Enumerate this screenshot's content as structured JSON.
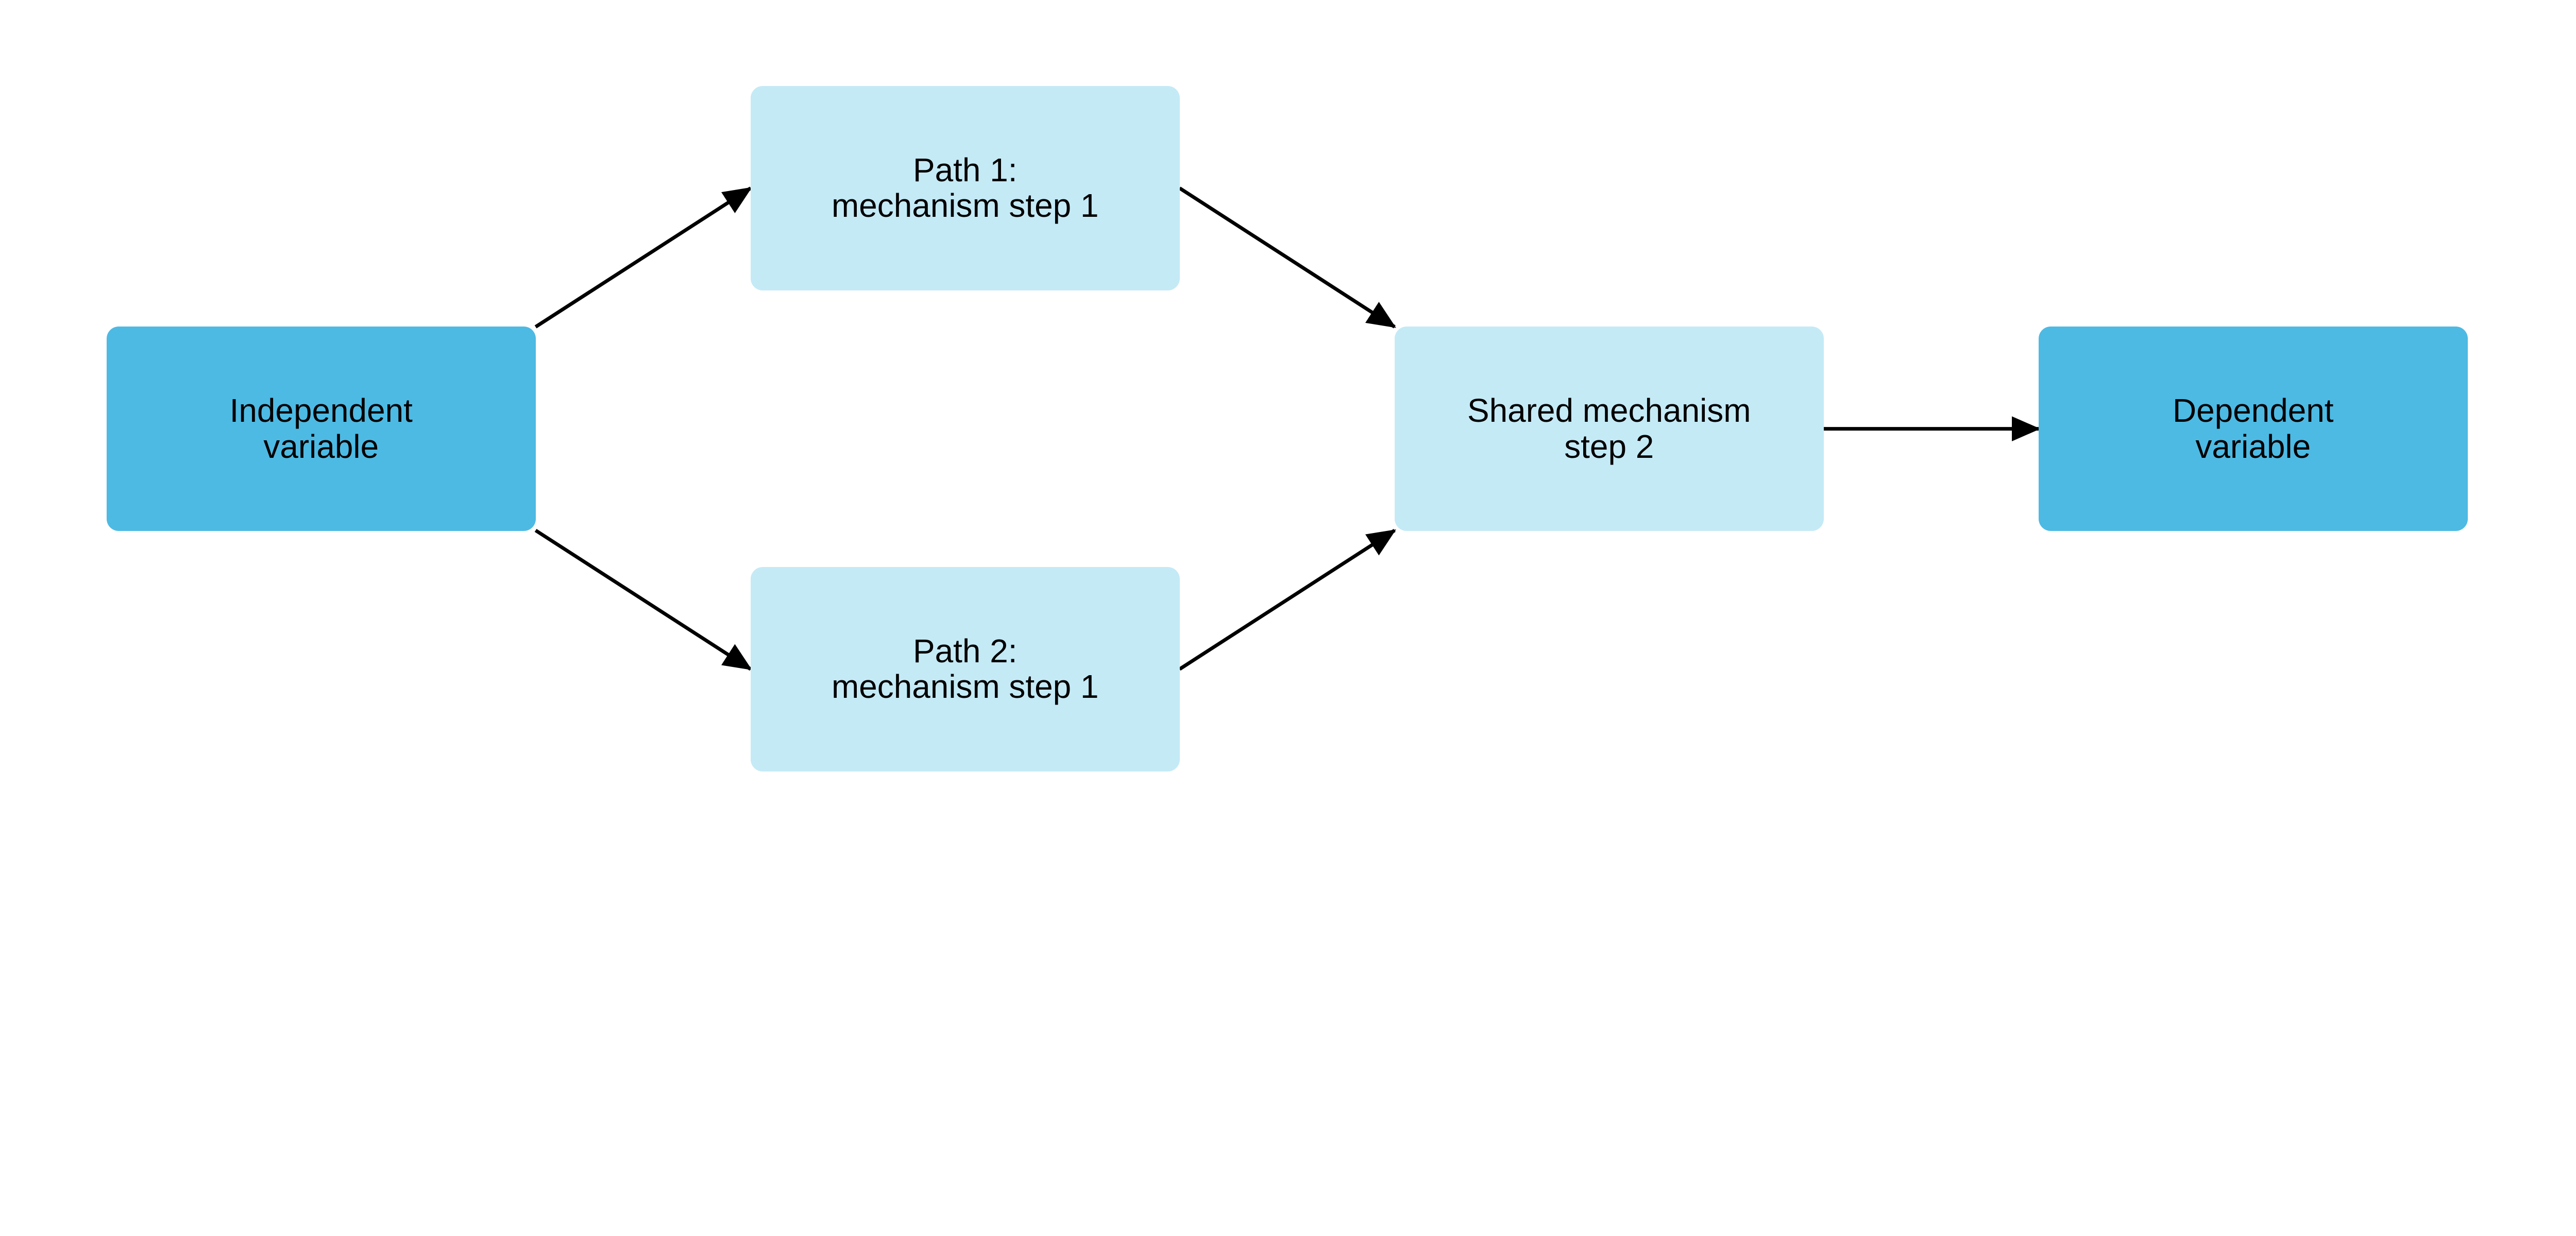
{
  "colors": {
    "primary_node": "#4DBAE4",
    "secondary_node": "#C4EAF6",
    "arrow": "#000000"
  },
  "nodes": {
    "independent": {
      "line1": "Independent",
      "line2": "variable"
    },
    "path1": {
      "line1": "Path 1:",
      "line2": "mechanism step 1"
    },
    "path2": {
      "line1": "Path 2:",
      "line2": "mechanism step 1"
    },
    "shared": {
      "line1": "Shared mechanism",
      "line2": "step 2"
    },
    "dependent": {
      "line1": "Dependent",
      "line2": "variable"
    }
  },
  "edges": [
    {
      "from": "independent",
      "to": "path1"
    },
    {
      "from": "independent",
      "to": "path2"
    },
    {
      "from": "path1",
      "to": "shared"
    },
    {
      "from": "path2",
      "to": "shared"
    },
    {
      "from": "shared",
      "to": "dependent"
    }
  ]
}
